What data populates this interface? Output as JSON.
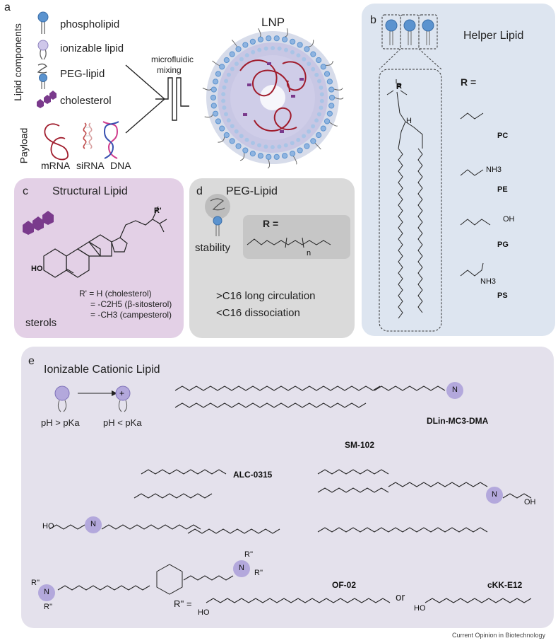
{
  "panel_a": {
    "letter": "a",
    "lipid_components_label": "Lipid components",
    "payload_label": "Payload",
    "components": [
      "phospholipid",
      "ionizable lipid",
      "PEG-lipid",
      "cholesterol"
    ],
    "payloads": [
      "mRNA",
      "siRNA",
      "DNA"
    ],
    "mixing_label": "microfluidic\nmixing",
    "mixing_line1": "microfluidic",
    "mixing_line2": "mixing",
    "lnp_label": "LNP"
  },
  "panel_b": {
    "letter": "b",
    "title": "Helper Lipid",
    "r_label": "R",
    "r_eq": "R =",
    "h_label": "H",
    "heads": [
      "PC",
      "PE",
      "PG",
      "PS"
    ],
    "nh3": "NH3",
    "oh": "OH"
  },
  "panel_c": {
    "letter": "c",
    "title": "Structural Lipid",
    "r_prime": "R'",
    "ho": "HO",
    "r_lines": [
      "R'  = H (cholesterol)",
      "= -C2H5 (β-sitosterol)",
      "= -CH3 (campesterol)"
    ],
    "sterols": "sterols"
  },
  "panel_d": {
    "letter": "d",
    "title": "PEG-Lipid",
    "stability": "stability",
    "r_eq": "R =",
    "n": "n",
    "notes": [
      ">C16 long circulation",
      "<C16 dissociation"
    ]
  },
  "panel_e": {
    "letter": "e",
    "title": "Ionizable Cationic Lipid",
    "ph_high": "pH > pKa",
    "ph_low": "pH < pKa",
    "lipids": [
      "DLin-MC3-DMA",
      "ALC-0315",
      "SM-102",
      "OF-02",
      "cKK-E12"
    ],
    "n": "N",
    "ho": "HO",
    "oh": "OH",
    "r2": "R''",
    "r2_eq": "R'' =",
    "or": "or"
  },
  "footer": "Current Opinion in Biotechnology",
  "colors": {
    "panel_b_bg": "#dde5f0",
    "panel_c_bg": "#e3d0e6",
    "panel_d_bg": "#dadada",
    "panel_e_bg": "#e4e1ec",
    "lipid_blue": "#5b93cf",
    "ionizable_purple": "#b3a8dc",
    "cholesterol_purple": "#7a3a8c",
    "mrna_red": "#a01c2c"
  }
}
